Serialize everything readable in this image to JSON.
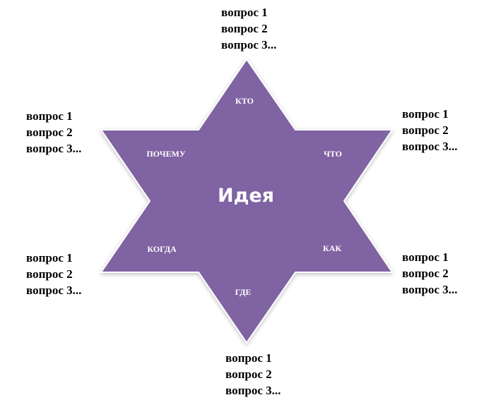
{
  "center": {
    "label": "Идея"
  },
  "points": [
    {
      "id": "top",
      "label": "КТО",
      "questions": [
        "вопрос 1",
        "вопрос 2",
        "вопрос 3..."
      ]
    },
    {
      "id": "upper-right",
      "label": "ЧТО",
      "questions": [
        "вопрос 1",
        "вопрос 2",
        "вопрос 3..."
      ]
    },
    {
      "id": "lower-right",
      "label": "КАК",
      "questions": [
        "вопрос 1",
        "вопрос 2",
        "вопрос 3..."
      ]
    },
    {
      "id": "bottom",
      "label": "ГДЕ",
      "questions": [
        "вопрос 1",
        "вопрос 2",
        "вопрос 3..."
      ]
    },
    {
      "id": "lower-left",
      "label": "КОГДА",
      "questions": [
        "вопрос 1",
        "вопрос 2",
        "вопрос 3..."
      ]
    },
    {
      "id": "upper-left",
      "label": "ПОЧЕМУ",
      "questions": [
        "вопрос 1",
        "вопрос 2",
        "вопрос 3..."
      ]
    }
  ],
  "colors": {
    "star_fill": "#8064a2",
    "star_stroke": "#ffffff",
    "text": "#000000"
  }
}
